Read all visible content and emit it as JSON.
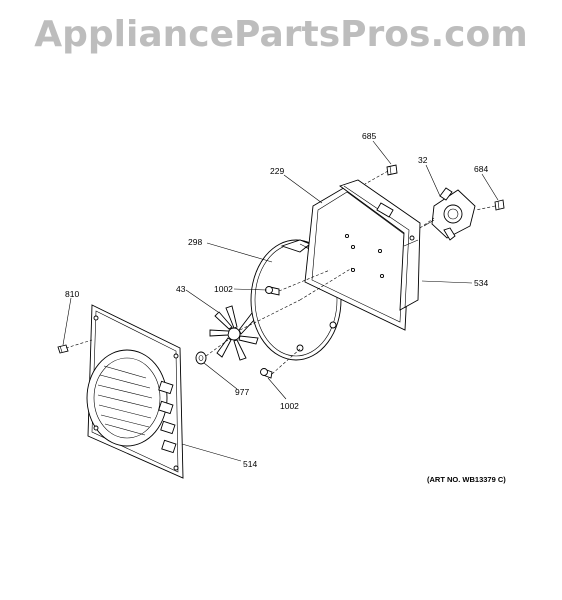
{
  "watermark": "AppliancePartsPros.com",
  "art_number": "(ART NO. WB13379 C)",
  "callouts": {
    "c685": "685",
    "c32": "32",
    "c684": "684",
    "c229": "229",
    "c298": "298",
    "c534": "534",
    "c43": "43",
    "c1002a": "1002",
    "c810": "810",
    "c977": "977",
    "c1002b": "1002",
    "c514": "514"
  }
}
